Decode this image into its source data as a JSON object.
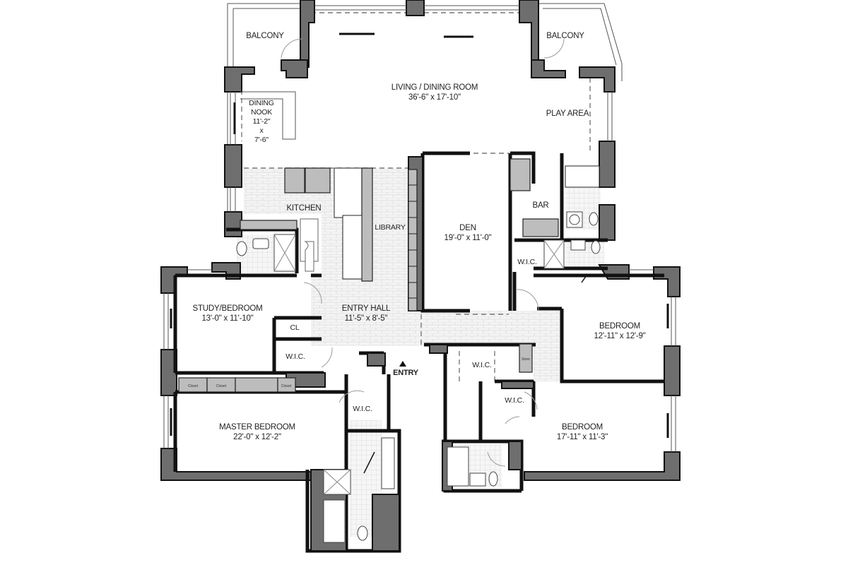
{
  "plan": {
    "rooms": {
      "balcony_left": {
        "name": "BALCONY"
      },
      "balcony_right": {
        "name": "BALCONY"
      },
      "living": {
        "name": "LIVING / DINING ROOM",
        "dims": "36'-6\" x 17'-10\""
      },
      "dining_nook": {
        "name1": "DINING",
        "name2": "NOOK",
        "dim1": "11'-2\"",
        "x": "x",
        "dim2": "7'-6\""
      },
      "play_area": {
        "name": "PLAY AREA"
      },
      "kitchen": {
        "name": "KITCHEN"
      },
      "library": {
        "name": "LIBRARY"
      },
      "den": {
        "name": "DEN",
        "dims": "19'-0\" x 11'-0\""
      },
      "bar": {
        "name": "BAR"
      },
      "wic_den": {
        "name": "W.I.C."
      },
      "study": {
        "name": "STUDY/BEDROOM",
        "dims": "13'-0\" x 11'-10\""
      },
      "cl": {
        "name": "CL"
      },
      "wic_study": {
        "name": "W.I.C."
      },
      "entry_hall": {
        "name": "ENTRY HALL",
        "dims": "11'-5\" x 8'-5\""
      },
      "entry": {
        "name": "ENTRY"
      },
      "bedroom_ne": {
        "name": "BEDROOM",
        "dims": "12'-11\" x 12'-9\""
      },
      "wic_center": {
        "name": "W.I.C."
      },
      "wic_se": {
        "name": "W.I.C."
      },
      "bedroom_se": {
        "name": "BEDROOM",
        "dims": "17'-11\" x 11'-3\""
      },
      "master": {
        "name": "MASTER BEDROOM",
        "dims": "22'-0\" x 12'-2\""
      },
      "wic_master": {
        "name": "W.I.C."
      }
    },
    "closet_tags": [
      "Closet",
      "Closet",
      "Closet",
      "Store"
    ],
    "colors": {
      "wall": "#6e6e6e",
      "outline": "#111111",
      "cabinet": "#bdbdbd",
      "background": "#ffffff"
    }
  }
}
